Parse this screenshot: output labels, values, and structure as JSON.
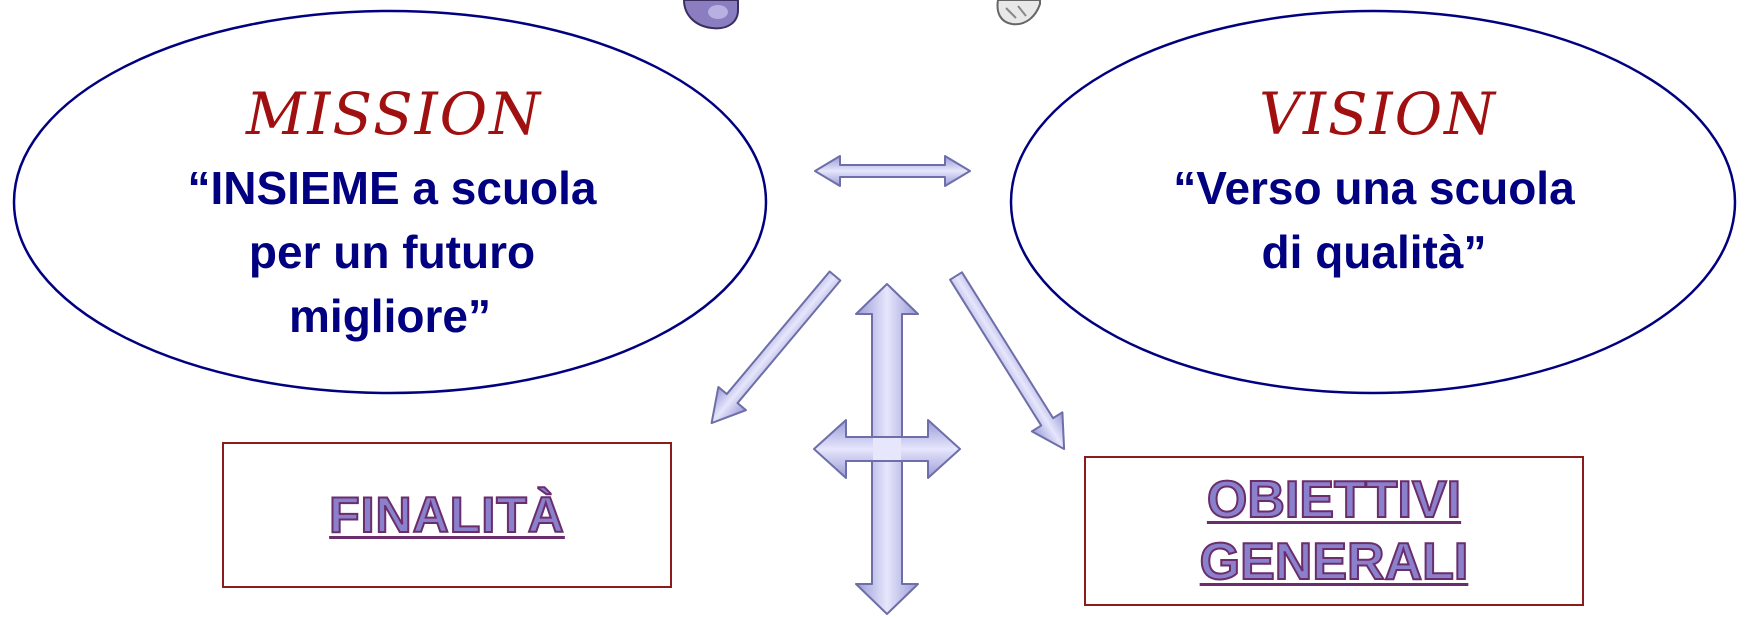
{
  "mission": {
    "title": "MISSION",
    "lines": [
      "“INSIEME a scuola",
      "per un futuro",
      "migliore”"
    ]
  },
  "vision": {
    "title": "VISION",
    "lines": [
      "“Verso una scuola",
      "di qualità”"
    ]
  },
  "boxes": {
    "finalita": "FINALITÀ",
    "obiettivi_line1": "OBIETTIVI",
    "obiettivi_line2": "GENERALI"
  },
  "colors": {
    "ellipse_stroke": "#000080",
    "title_red": "#a01010",
    "text_navy": "#000080",
    "box_border": "#8b1c1c",
    "arrow_fill": "#b8b8f0",
    "arrow_stroke": "#6e6ea8"
  },
  "icons": [
    "cartoon-figure-left-icon",
    "cartoon-figure-right-icon"
  ]
}
